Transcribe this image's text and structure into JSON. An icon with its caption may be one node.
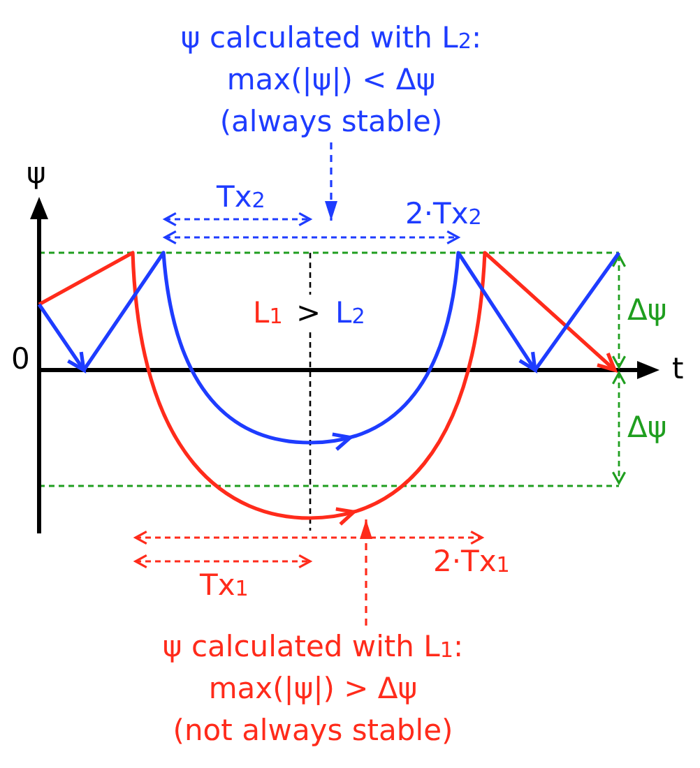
{
  "diagram": {
    "nodes": [
      {
        "text": [
          "ψ calculated with L$_{2}$: max(|ψ|) < Δψ (always stable)"
        ]
      },
      {
        "text": [
          "ψ calculated with L$_{1}$: max(|ψ|) > Δψ (not always stable)"
        ]
      }
    ],
    "edges": [
      {
        "from": 0,
        "to": null,
        "arrow": "to",
        "style": "dashed",
        "color": "#1e3cff"
      },
      {
        "from": 1,
        "to": null,
        "arrow": "to",
        "style": "dashed",
        "color": "#ff2b1b"
      }
    ],
    "labels": [
      "ψ",
      "Tx$_{2}$",
      "2·Tx$_{2}$",
      "L$_{1}$",
      ">",
      "L$_{2}$",
      "Δψ",
      "0",
      "t",
      "Δψ",
      "2·Tx$_{1}$",
      "Tx$_{1}$"
    ]
  }
}
